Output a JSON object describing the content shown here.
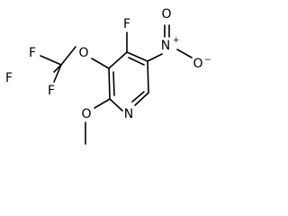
{
  "structure": {
    "atoms": {
      "f_top": "F",
      "o_ether": "O",
      "f_cf3_left": "F",
      "f_cf3_mid": "F",
      "f_cf3_bottom": "F",
      "o_methoxy": "O",
      "n_ring": "N",
      "n_nitro": "N",
      "n_nitro_charge": "+",
      "o_nitro_top": "O",
      "o_nitro_right": "O",
      "o_nitro_charge": "−"
    }
  }
}
